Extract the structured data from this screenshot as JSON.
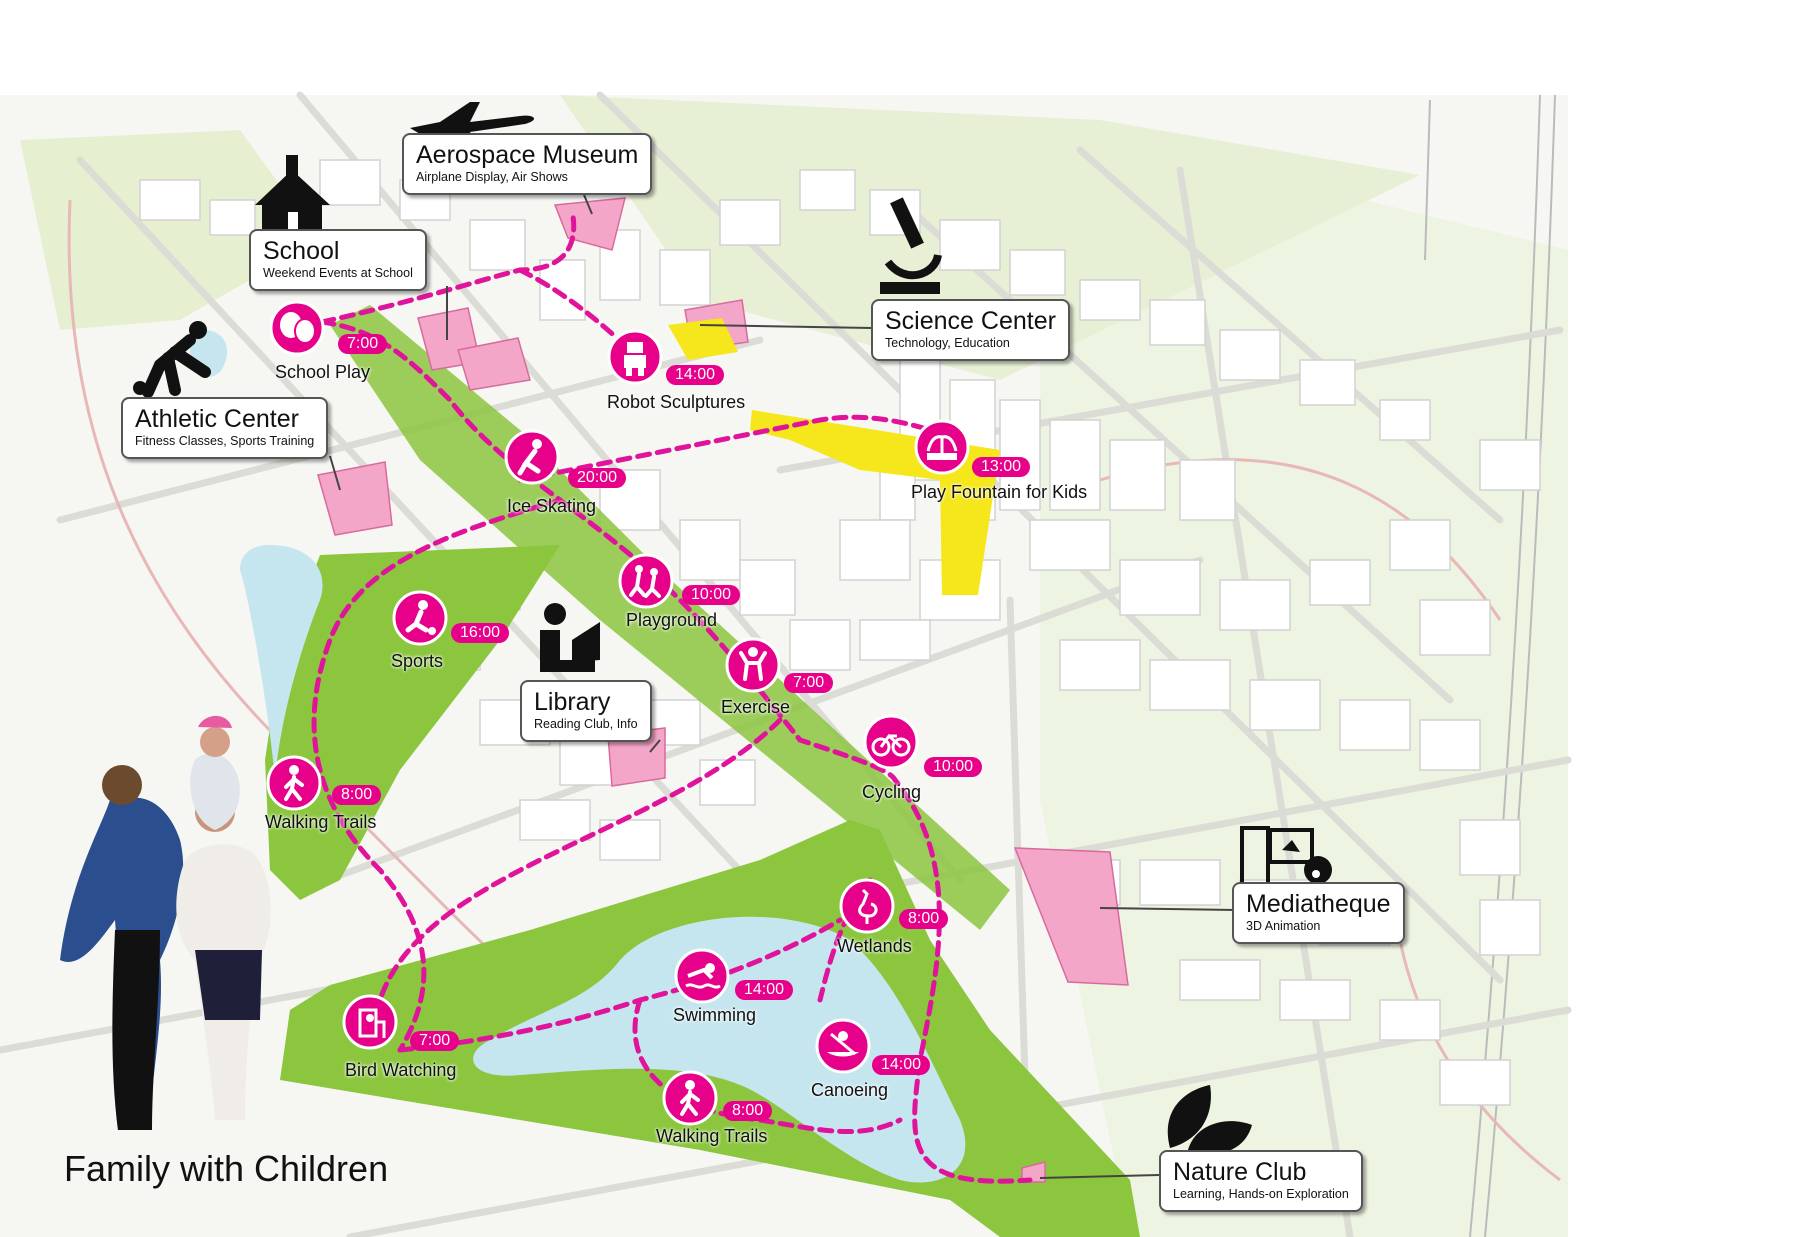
{
  "caption": "Family with Children",
  "colors": {
    "route": "#e0149a",
    "activity": "#e6008a",
    "park": "#8cc63f",
    "water": "#c6e6ef",
    "institution": "#f4a6c8",
    "play_fountain_area": "#f5e71c"
  },
  "destinations": [
    {
      "id": "aerospace-museum",
      "title": "Aerospace Museum",
      "subtitle": "Airplane Display, Air Shows",
      "icon": "airplane-icon"
    },
    {
      "id": "school",
      "title": "School",
      "subtitle": "Weekend Events at School",
      "icon": "schoolhouse-icon"
    },
    {
      "id": "science-center",
      "title": "Science Center",
      "subtitle": "Technology, Education",
      "icon": "microscope-icon"
    },
    {
      "id": "athletic-center",
      "title": "Athletic Center",
      "subtitle": "Fitness Classes, Sports Training",
      "icon": "soccer-player-icon"
    },
    {
      "id": "library",
      "title": "Library",
      "subtitle": "Reading Club, Info",
      "icon": "reader-icon"
    },
    {
      "id": "mediatheque",
      "title": "Mediatheque",
      "subtitle": "3D Animation",
      "icon": "film-music-icon"
    },
    {
      "id": "nature-club",
      "title": "Nature Club",
      "subtitle": "Learning, Hands-on Exploration",
      "icon": "leaves-icon"
    }
  ],
  "activities": [
    {
      "id": "school-play",
      "name": "School Play",
      "time": "7:00",
      "icon": "theater-masks-icon"
    },
    {
      "id": "robot-sculptures",
      "name": "Robot Sculptures",
      "time": "14:00",
      "icon": "robot-icon"
    },
    {
      "id": "ice-skating",
      "name": "Ice Skating",
      "time": "20:00",
      "icon": "ice-skater-icon"
    },
    {
      "id": "play-fountain",
      "name": "Play Fountain for Kids",
      "time": "13:00",
      "icon": "fountain-icon"
    },
    {
      "id": "playground",
      "name": "Playground",
      "time": "10:00",
      "icon": "children-running-icon"
    },
    {
      "id": "sports",
      "name": "Sports",
      "time": "16:00",
      "icon": "soccer-ball-icon"
    },
    {
      "id": "exercise",
      "name": "Exercise",
      "time": "7:00",
      "icon": "exercise-icon"
    },
    {
      "id": "cycling",
      "name": "Cycling",
      "time": "10:00",
      "icon": "bicycle-icon"
    },
    {
      "id": "walking-trails-west",
      "name": "Walking Trails",
      "time": "8:00",
      "icon": "walker-icon"
    },
    {
      "id": "wetlands",
      "name": "Wetlands",
      "time": "8:00",
      "icon": "heron-icon"
    },
    {
      "id": "swimming",
      "name": "Swimming",
      "time": "14:00",
      "icon": "swimmer-icon"
    },
    {
      "id": "bird-watching",
      "name": "Bird Watching",
      "time": "7:00",
      "icon": "bird-watcher-icon"
    },
    {
      "id": "canoeing",
      "name": "Canoeing",
      "time": "14:00",
      "icon": "canoe-icon"
    },
    {
      "id": "walking-trails-south",
      "name": "Walking Trails",
      "time": "8:00",
      "icon": "walker-icon"
    }
  ]
}
